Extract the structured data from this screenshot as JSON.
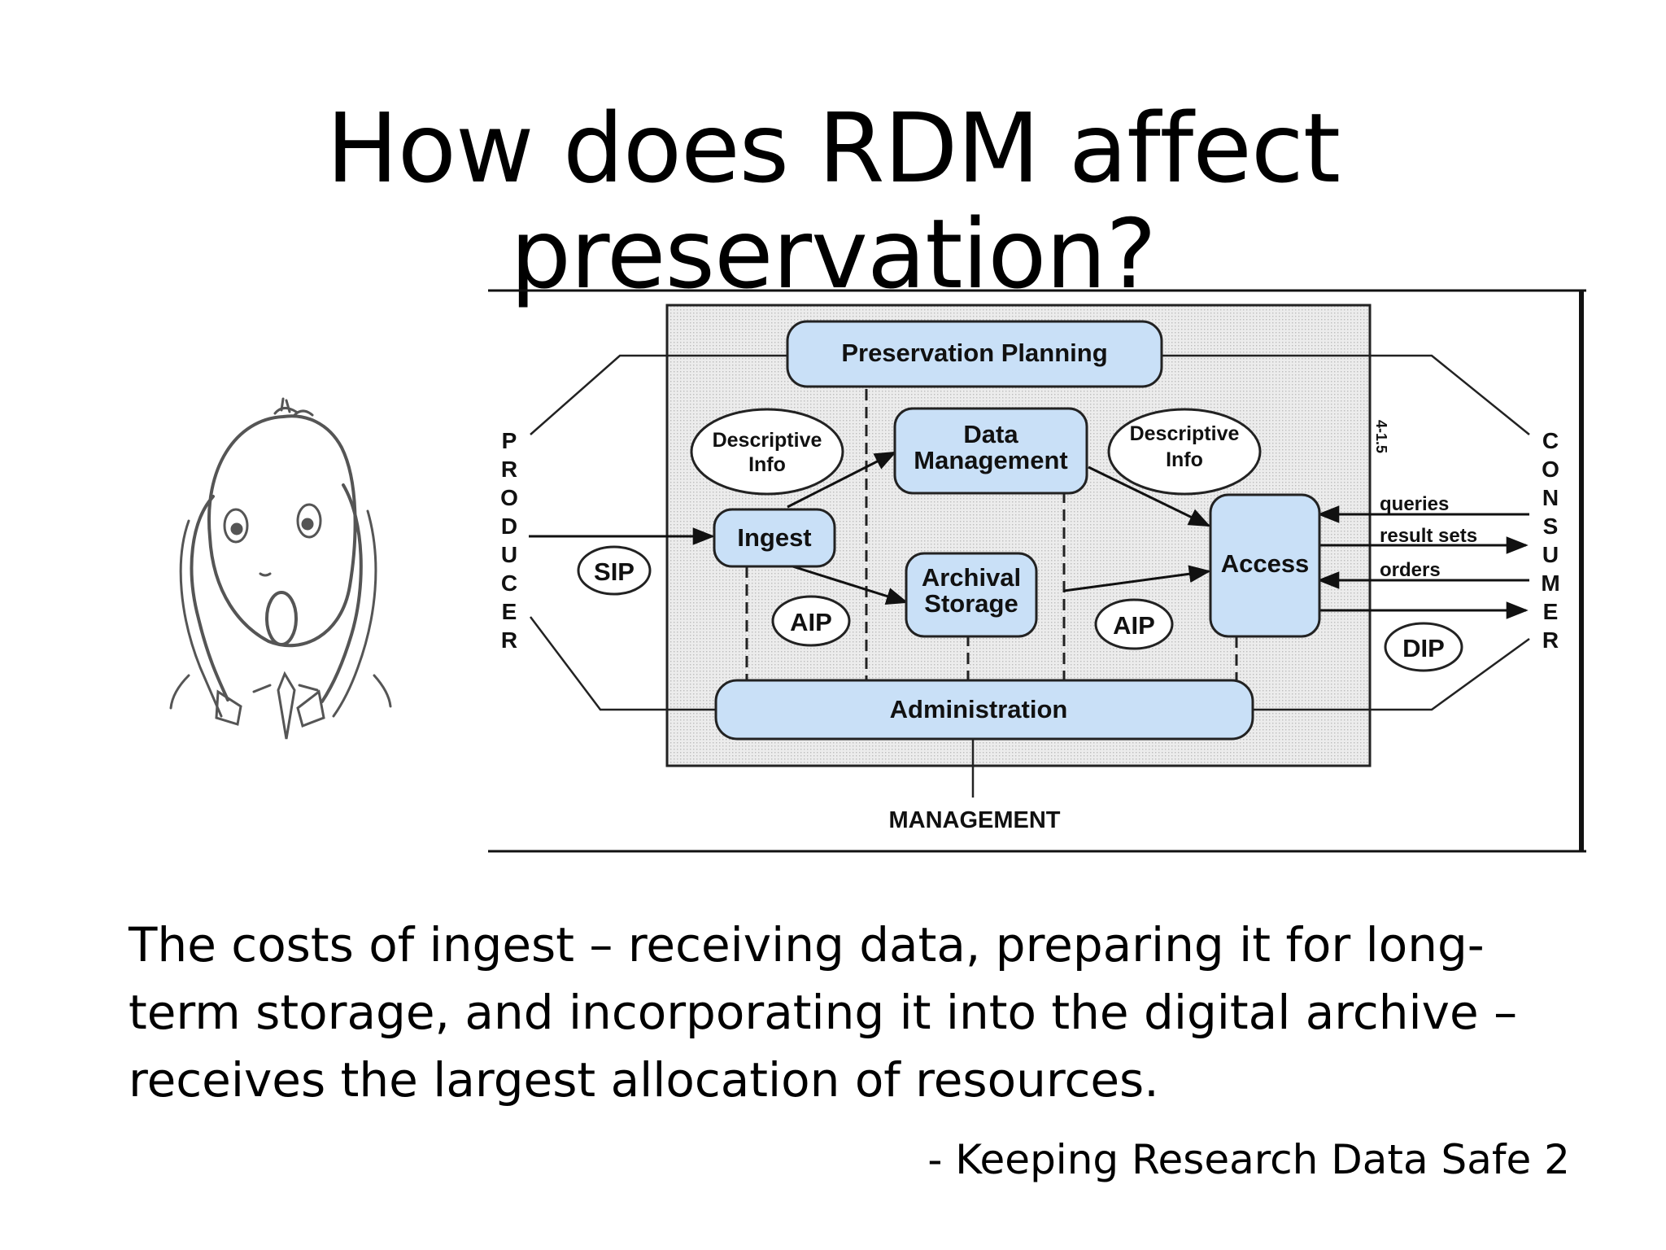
{
  "slide": {
    "title": "How does RDM affect preservation?",
    "quote": "The costs of ingest – receiving data, preparing it for long-term storage, and incorporating it into the digital archive – receives the largest allocation of resources.",
    "attribution": "- Keeping Research Data Safe 2"
  },
  "diagram": {
    "functions": {
      "preservation_planning": "Preservation Planning",
      "data_management_line1": "Data",
      "data_management_line2": "Management",
      "ingest": "Ingest",
      "archival_storage_line1": "Archival",
      "archival_storage_line2": "Storage",
      "access": "Access",
      "administration": "Administration"
    },
    "descriptive_info_line1": "Descriptive",
    "descriptive_info_line2": "Info",
    "packages": {
      "sip": "SIP",
      "aip": "AIP",
      "dip": "DIP"
    },
    "entities": {
      "producer_letters": [
        "P",
        "R",
        "O",
        "D",
        "U",
        "C",
        "E",
        "R"
      ],
      "consumer_letters": [
        "C",
        "O",
        "N",
        "S",
        "U",
        "M",
        "E",
        "R"
      ],
      "management": "MANAGEMENT"
    },
    "flows": {
      "queries": "queries",
      "result_sets": "result sets",
      "orders": "orders"
    },
    "figure_number": "4-1.5",
    "colors": {
      "box_fill": "#c9e0f7",
      "panel_fill": "#e7e7e7",
      "stroke": "#222222"
    }
  },
  "illustration": {
    "icon": "screaming-face-sketch-icon"
  }
}
